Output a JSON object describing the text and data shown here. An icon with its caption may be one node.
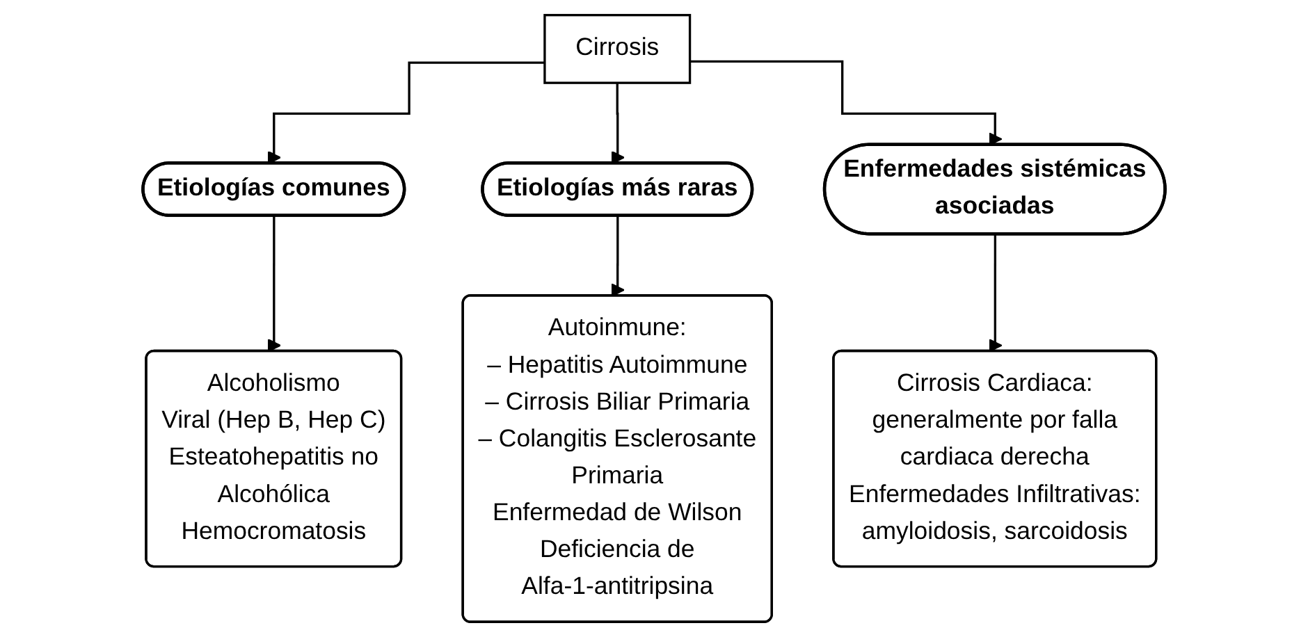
{
  "diagram": {
    "nodes": [
      {
        "text": [
          "Cirrosis"
        ]
      },
      {
        "text": [
          "Etiologías comunes"
        ]
      },
      {
        "text": [
          "Etiologías más raras"
        ]
      },
      {
        "text": [
          "Enfermedades sistémicas asociadas"
        ]
      },
      {
        "text": [
          "Alcoholismo",
          "Viral (Hep B, Hep C)",
          "Esteatohepatitis no Alcohólica",
          "Hemocromatosis"
        ]
      },
      {
        "text": [
          "Autoinmune:",
          "– Hepatitis Autoimmune",
          "– Cirrosis Biliar Primaria",
          "– Colangitis Esclerosante Primaria",
          "Enfermedad de Wilson",
          "Deficiencia de Alfa-1-antitripsina"
        ]
      },
      {
        "text": [
          "Cirrosis Cardiaca: generalmente por falla cardiaca derecha",
          "Enfermedades Infiltrativas: amyloidosis, sarcoidosis"
        ]
      }
    ],
    "edges": [
      {
        "from": 0,
        "to": 1,
        "arrow": "to"
      },
      {
        "from": 0,
        "to": 2,
        "arrow": "to"
      },
      {
        "from": 0,
        "to": 3,
        "arrow": "to"
      },
      {
        "from": 1,
        "to": 4,
        "arrow": "to"
      },
      {
        "from": 2,
        "to": 5,
        "arrow": "to"
      },
      {
        "from": 3,
        "to": 6,
        "arrow": "to"
      }
    ]
  }
}
